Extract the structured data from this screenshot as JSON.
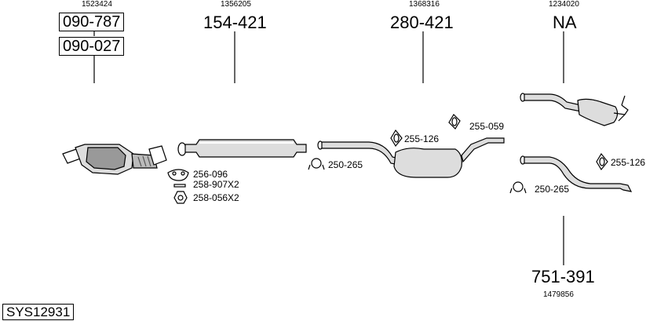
{
  "system_id": "SYS12931",
  "parts": {
    "cat": {
      "ref": "1523424",
      "numbers": [
        "090-787",
        "090-027"
      ]
    },
    "front_pipe": {
      "ref": "1356205",
      "number": "154-421"
    },
    "middle_silencer": {
      "ref": "1368316",
      "number": "280-421"
    },
    "rear_silencer": {
      "ref": "1234020",
      "number": "NA"
    },
    "tail_pipe": {
      "ref": "1479856",
      "number": "751-391"
    }
  },
  "accessories": {
    "gasket_cat": "256-096",
    "bolt_cat": "258-907X2",
    "nut_cat": "258-056X2",
    "clamp_front": "250-265",
    "rubber_mid": "255-126",
    "rubber_mid2": "255-059",
    "rubber_rear": "255-126",
    "clamp_rear": "250-265"
  }
}
